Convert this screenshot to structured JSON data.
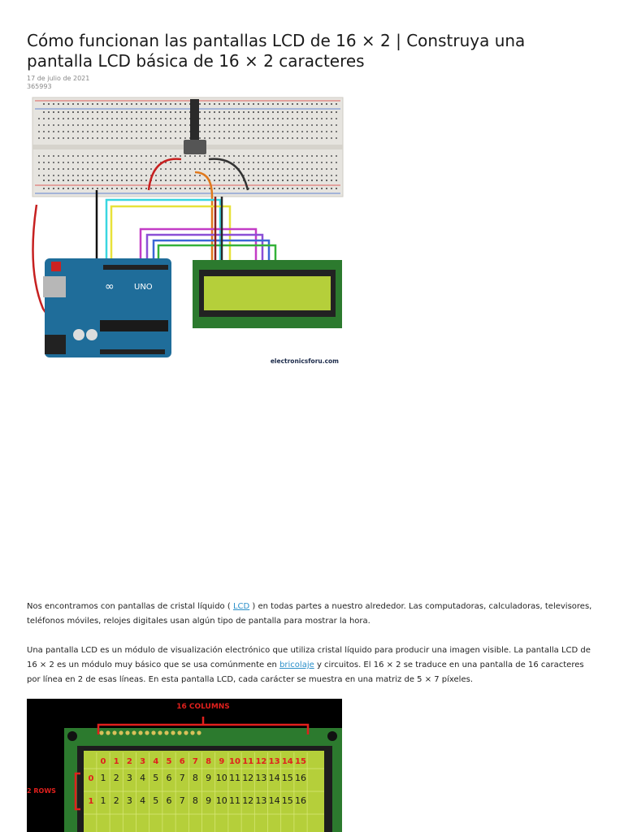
{
  "article": {
    "title": "Cómo funcionan las pantallas LCD de 16 × 2 | Construya una pantalla LCD básica de 16 × 2 caracteres",
    "date": "17 de julio de 2021",
    "id_number": "365993"
  },
  "figure1": {
    "board_label": "UNO",
    "watermark": "electronicsforu.com"
  },
  "paragraphs": {
    "p1_before": "Nos encontramos con pantallas de cristal líquido ( ",
    "p1_link": "LCD",
    "p1_after": " ) en todas partes a nuestro alrededor. Las computadoras, calculadoras, televisores, teléfonos móviles, relojes digitales usan algún tipo de pantalla para mostrar la hora.",
    "p2_before": "Una pantalla LCD es un módulo de visualización electrónico que utiliza cristal líquido para producir una imagen visible. La pantalla LCD de 16 × 2 es un módulo muy básico que se usa comúnmente en ",
    "p2_link": "bricolaje",
    "p2_after": " y circuitos. El 16 × 2 se traduce en una pantalla de 16 caracteres por línea en 2 de esas líneas. En esta pantalla LCD, cada carácter se muestra en una matriz de 5 × 7 píxeles."
  },
  "figure2": {
    "columns_label": "16 COLUMNS",
    "rows_label": "2 ROWS",
    "column_indices": [
      "0",
      "1",
      "2",
      "3",
      "4",
      "5",
      "6",
      "7",
      "8",
      "9",
      "10",
      "11",
      "12",
      "13",
      "14",
      "15"
    ],
    "row_indices": [
      "0",
      "1"
    ],
    "cell_numbers": [
      "1",
      "2",
      "3",
      "4",
      "5",
      "6",
      "7",
      "8",
      "9",
      "10",
      "11",
      "12",
      "13",
      "14",
      "15",
      "16"
    ]
  },
  "colors": {
    "breadboard": "#e6e4df",
    "arduino_blue": "#1f6d9a",
    "lcd_pcb": "#2c7a2e",
    "lcd_screen": "#b5cf3a",
    "annotation_red": "#e0201d",
    "link": "#2a8fc9"
  }
}
